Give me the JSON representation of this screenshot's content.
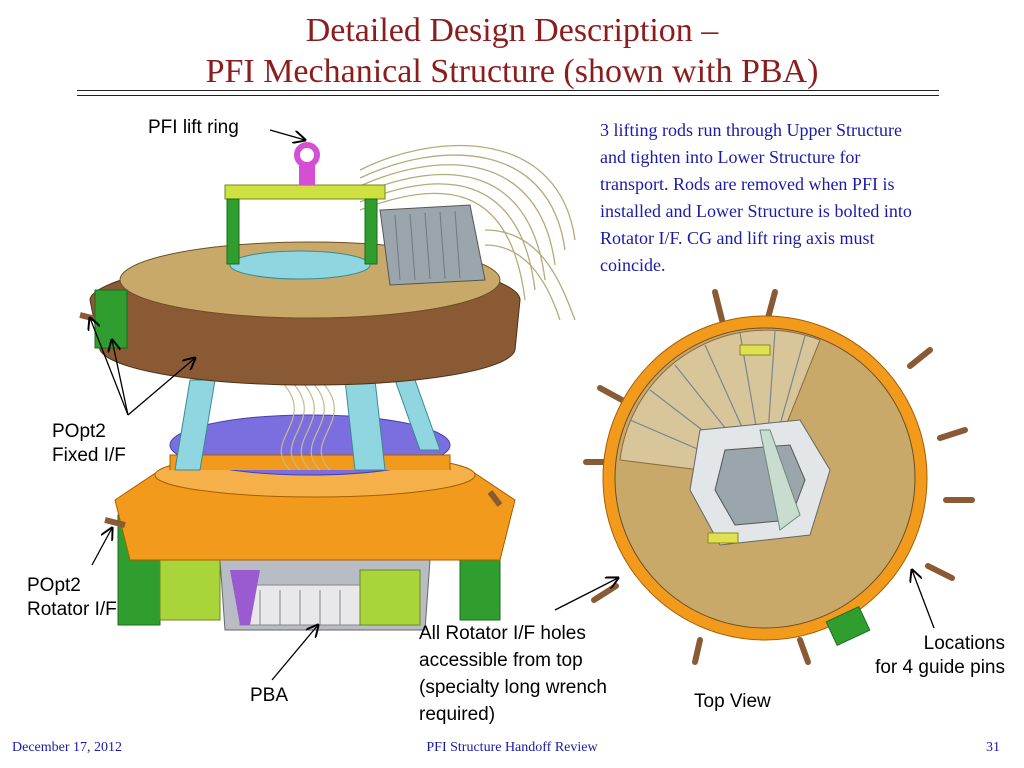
{
  "title": {
    "line1": "Detailed Design Description –",
    "line2": "PFI Mechanical Structure (shown with PBA)"
  },
  "note": "3 lifting rods run through Upper Structure\nand tighten into Lower Structure for\ntransport. Rods are removed when PFI is\ninstalled and Lower Structure is bolted into\nRotator I/F.  CG and lift ring axis must\ncoincide.",
  "labels": {
    "lift_ring": "PFI lift ring",
    "popt2_fixed": "POpt2\nFixed I/F",
    "popt2_rotator": "POpt2\nRotator I/F",
    "pba": "PBA",
    "rotator_holes": "All Rotator I/F holes\naccessible from top\n(specialty long wrench\nrequired)",
    "top_view": "Top View",
    "guide_pins": "Locations\nfor 4 guide pins"
  },
  "footer": {
    "date": "December 17, 2012",
    "center": "PFI Structure Handoff Review",
    "page": "31"
  },
  "colors": {
    "title": "#8b1d1d",
    "note": "#1a1aa8",
    "orange": "#f29a1c",
    "brown": "#8a5a34",
    "tan": "#c9a96a",
    "green": "#2f9e2f",
    "cyan": "#8fd6e0",
    "purple": "#7b6fe0"
  }
}
